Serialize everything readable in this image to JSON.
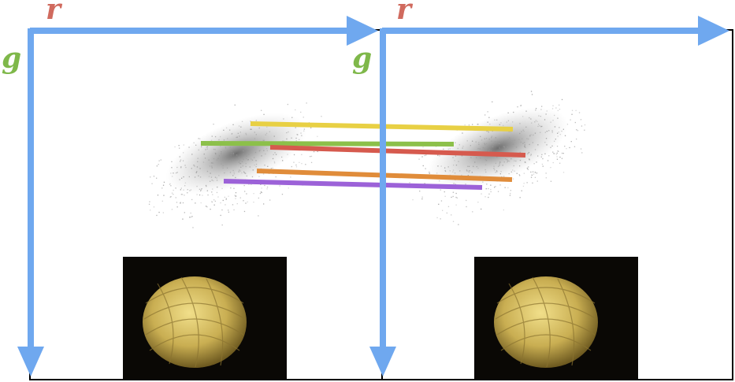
{
  "colors": {
    "axis": "#6fa8ef",
    "r_label": "#d06a5e",
    "g_label": "#7fb84a",
    "frame": "#000000",
    "thumb_bg": "#0a0805",
    "yarn_light": "#e6d27a",
    "yarn_dark": "#9c8534"
  },
  "panels": [
    {
      "x_axis_label": "r",
      "y_axis_label": "g",
      "image": "yarn-ball-photo"
    },
    {
      "x_axis_label": "r",
      "y_axis_label": "g",
      "image": "yarn-ball-photo"
    }
  ],
  "correspondence_lines": [
    {
      "color": "#e8d044"
    },
    {
      "color": "#8cc04a"
    },
    {
      "color": "#d65a4e"
    },
    {
      "color": "#e08c3a"
    },
    {
      "color": "#9c62d8"
    }
  ]
}
